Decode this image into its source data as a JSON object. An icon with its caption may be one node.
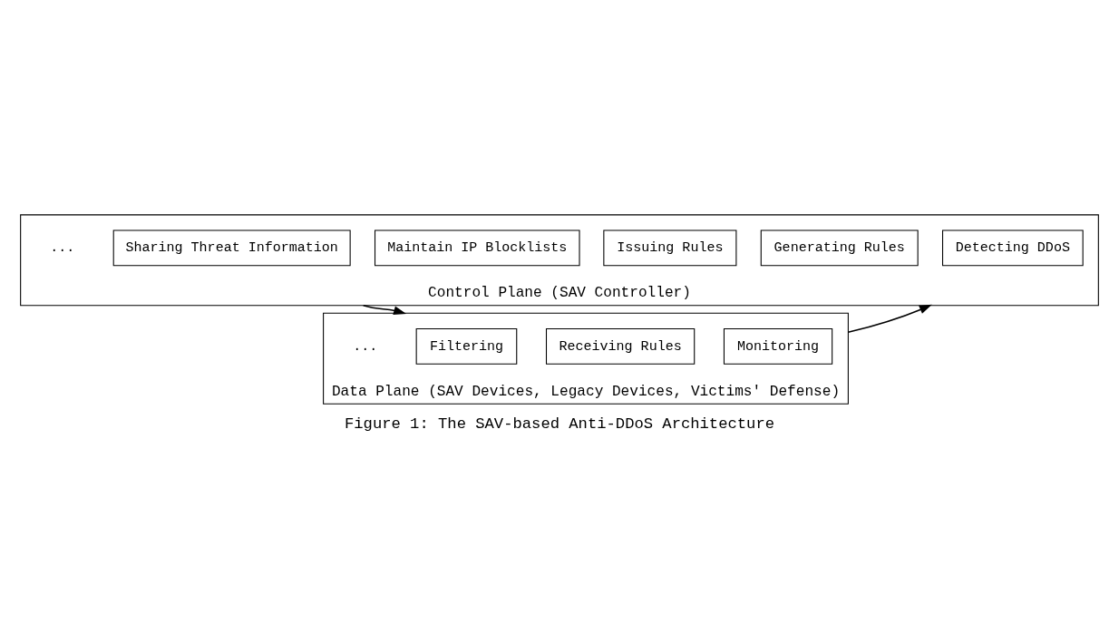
{
  "diagram": {
    "caption": "Figure 1: The SAV-based Anti-DDoS Architecture",
    "nodes": [
      {
        "text": [
          "Control Plane (SAV Controller)"
        ]
      },
      {
        "text": [
          "Detecting DDoS"
        ],
        "in": 0
      },
      {
        "text": [
          "Generating Rules"
        ],
        "in": 0
      },
      {
        "text": [
          "Issuing Rules"
        ],
        "in": 0
      },
      {
        "text": [
          "Maintain IP Blocklists"
        ],
        "in": 0
      },
      {
        "text": [
          "Sharing Threat Information"
        ],
        "in": 0
      },
      {
        "text": [
          "Data Plane (SAV Devices, Legacy Devices, Victims' Defense)"
        ]
      },
      {
        "text": [
          "Monitoring"
        ],
        "in": 6
      },
      {
        "text": [
          "Receiving Rules"
        ],
        "in": 6
      },
      {
        "text": [
          "Filtering"
        ],
        "in": 6
      }
    ],
    "edges": [
      {
        "from": 6,
        "to": 0,
        "arrow": "to"
      },
      {
        "from": 0,
        "to": 6,
        "arrow": "to"
      }
    ],
    "labels": [
      "...",
      "..."
    ]
  }
}
